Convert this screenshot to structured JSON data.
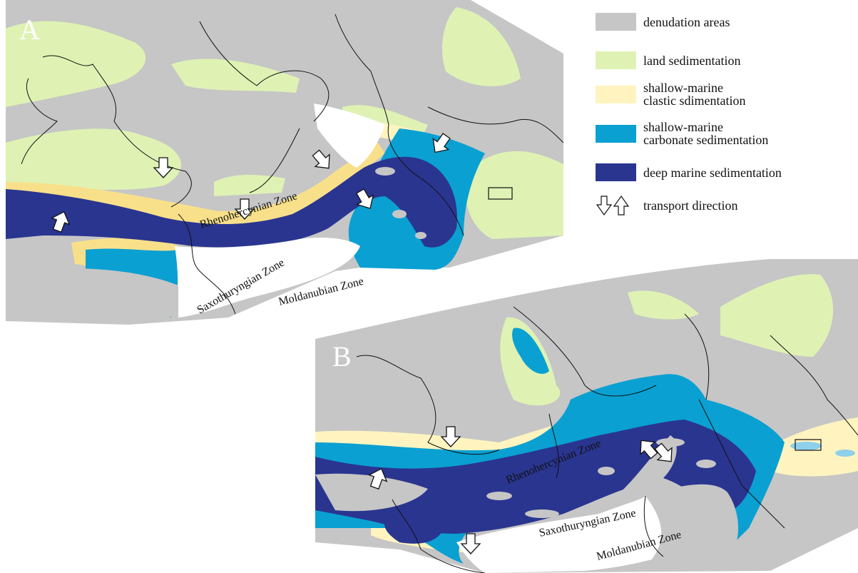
{
  "panels": [
    {
      "letter": "A",
      "zones": {
        "rheno": "Rhenohercynian Zone",
        "saxo": "Saxothuryngian Zone",
        "molda": "Moldanubian Zone"
      }
    },
    {
      "letter": "B",
      "zones": {
        "rheno": "Rhenohercynian Zone",
        "saxo": "Saxothuryngian Zone",
        "molda": "Moldanubian Zone"
      }
    }
  ],
  "legend": {
    "items": [
      {
        "label": "denudation areas",
        "color": "#c6c6c6"
      },
      {
        "label": "land sedimentation",
        "color": "#dff2b4"
      },
      {
        "label": "shallow-marine\nclastic sdimentation",
        "color": "#fff4bf"
      },
      {
        "label": "shallow-marine\ncarbonate sedimentation",
        "color": "#0aa0d2"
      },
      {
        "label": "deep marine sedimentation",
        "color": "#2a3590"
      }
    ],
    "arrow_item": {
      "label": "transport direction"
    }
  },
  "colors": {
    "denudation": "#c6c6c6",
    "land": "#dff2b4",
    "clastic": "#fff4bf",
    "clastic_strong": "#f8e08a",
    "carbonate": "#0aa0d2",
    "deep": "#2a3590",
    "lightblue": "#8fd0ea"
  }
}
